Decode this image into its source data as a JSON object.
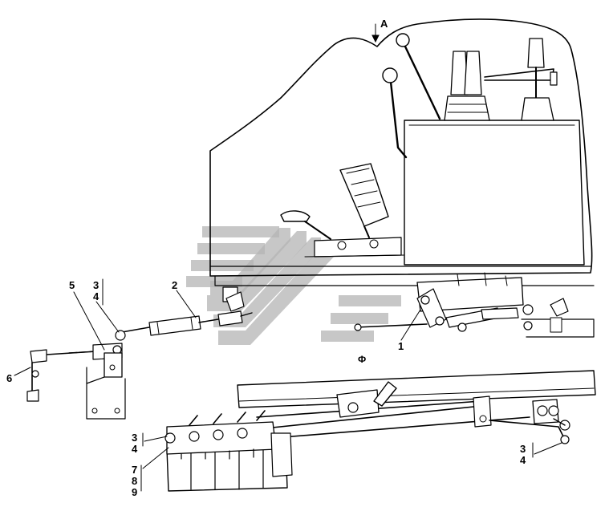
{
  "diagram": {
    "view_label": "A",
    "phi_label": "Ф",
    "callouts": {
      "c1": "1",
      "c2": "2",
      "c5": "5",
      "c6": "6",
      "top_34_a": "3",
      "top_34_b": "4",
      "left_34_a": "3",
      "left_34_b": "4",
      "left_789_a": "7",
      "left_789_b": "8",
      "left_789_c": "9",
      "right_34_a": "3",
      "right_34_b": "4"
    }
  }
}
